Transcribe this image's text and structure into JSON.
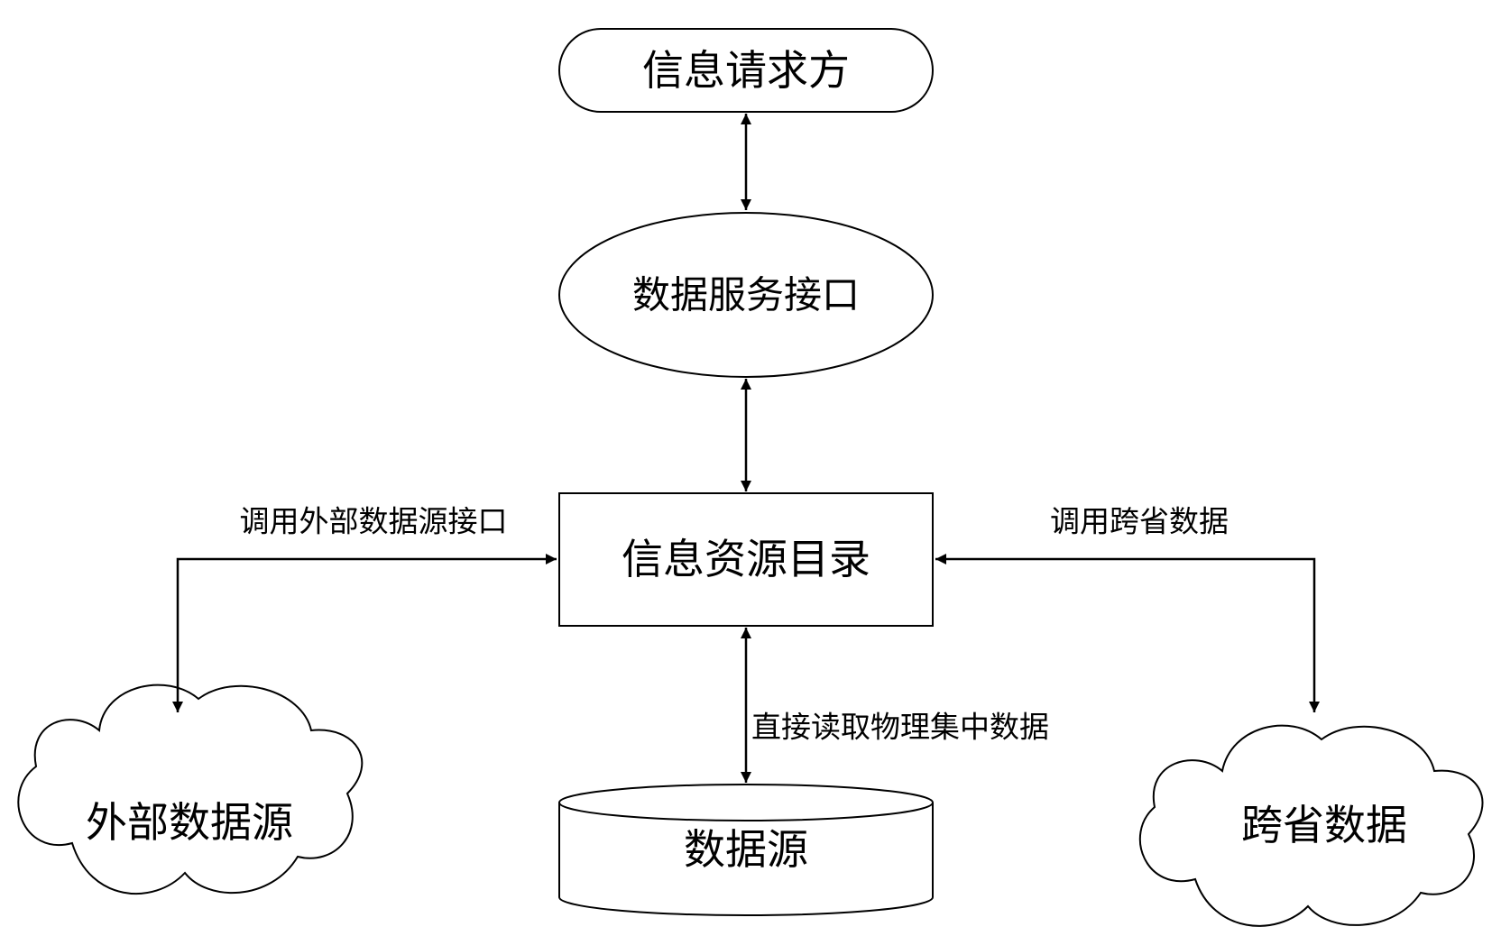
{
  "nodes": {
    "requester": {
      "label": "信息请求方"
    },
    "service_interface": {
      "label": "数据服务接口"
    },
    "resource_catalog": {
      "label": "信息资源目录"
    },
    "external_source": {
      "label": "外部数据源"
    },
    "data_source": {
      "label": "数据源"
    },
    "cross_province": {
      "label": "跨省数据"
    }
  },
  "edges": {
    "call_external": {
      "label": "调用外部数据源接口"
    },
    "call_cross_province": {
      "label": "调用跨省数据"
    },
    "direct_read": {
      "label": "直接读取物理集中数据"
    }
  },
  "colors": {
    "stroke": "#000000",
    "fill": "#ffffff"
  }
}
